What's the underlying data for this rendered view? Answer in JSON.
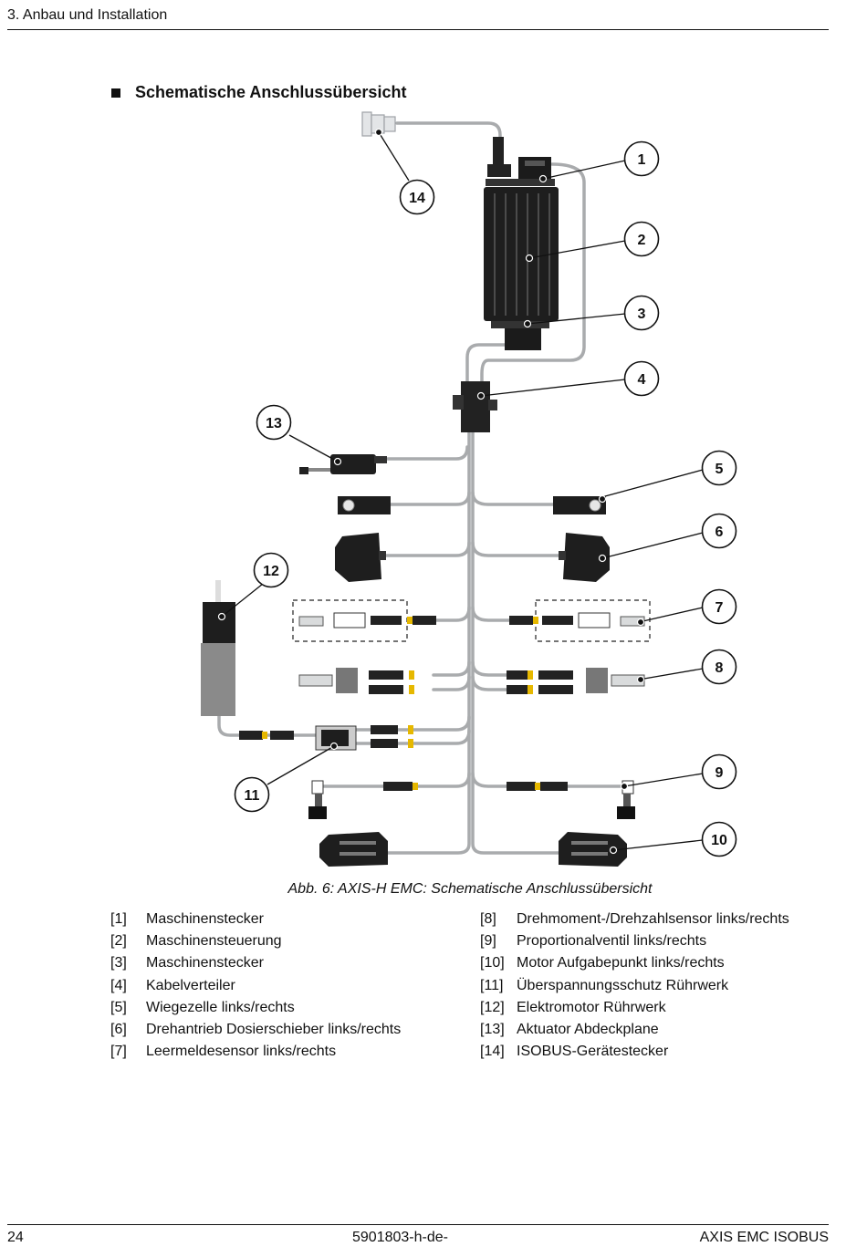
{
  "header": {
    "chapter": "3. Anbau und Installation"
  },
  "section": {
    "title": "Schematische Anschlussübersicht"
  },
  "diagram": {
    "callouts": [
      "1",
      "2",
      "3",
      "4",
      "5",
      "6",
      "7",
      "8",
      "9",
      "10",
      "11",
      "12",
      "13",
      "14"
    ]
  },
  "caption": "Abb. 6: AXIS-H EMC: Schematische Anschlussübersicht",
  "legend": {
    "left": [
      {
        "num": "[1]",
        "label": "Maschinenstecker"
      },
      {
        "num": "[2]",
        "label": "Maschinensteuerung"
      },
      {
        "num": "[3]",
        "label": "Maschinenstecker"
      },
      {
        "num": "[4]",
        "label": "Kabelverteiler"
      },
      {
        "num": "[5]",
        "label": "Wiegezelle links/rechts"
      },
      {
        "num": "[6]",
        "label": "Drehantrieb Dosierschieber links/rechts"
      },
      {
        "num": "[7]",
        "label": "Leermeldesensor links/rechts"
      }
    ],
    "right": [
      {
        "num": "[8]",
        "label": "Drehmoment-/Drehzahlsensor links/rechts"
      },
      {
        "num": "[9]",
        "label": "Proportionalventil links/rechts"
      },
      {
        "num": "[10]",
        "label": "Motor Aufgabepunkt links/rechts"
      },
      {
        "num": "[11]",
        "label": "Überspannungsschutz Rührwerk"
      },
      {
        "num": "[12]",
        "label": "Elektromotor Rührwerk"
      },
      {
        "num": "[13]",
        "label": "Aktuator Abdeckplane"
      },
      {
        "num": "[14]",
        "label": "ISOBUS-Gerätestecker"
      }
    ]
  },
  "footer": {
    "page": "24",
    "doc_number": "5901803-h-de-",
    "product": "AXIS EMC ISOBUS"
  }
}
